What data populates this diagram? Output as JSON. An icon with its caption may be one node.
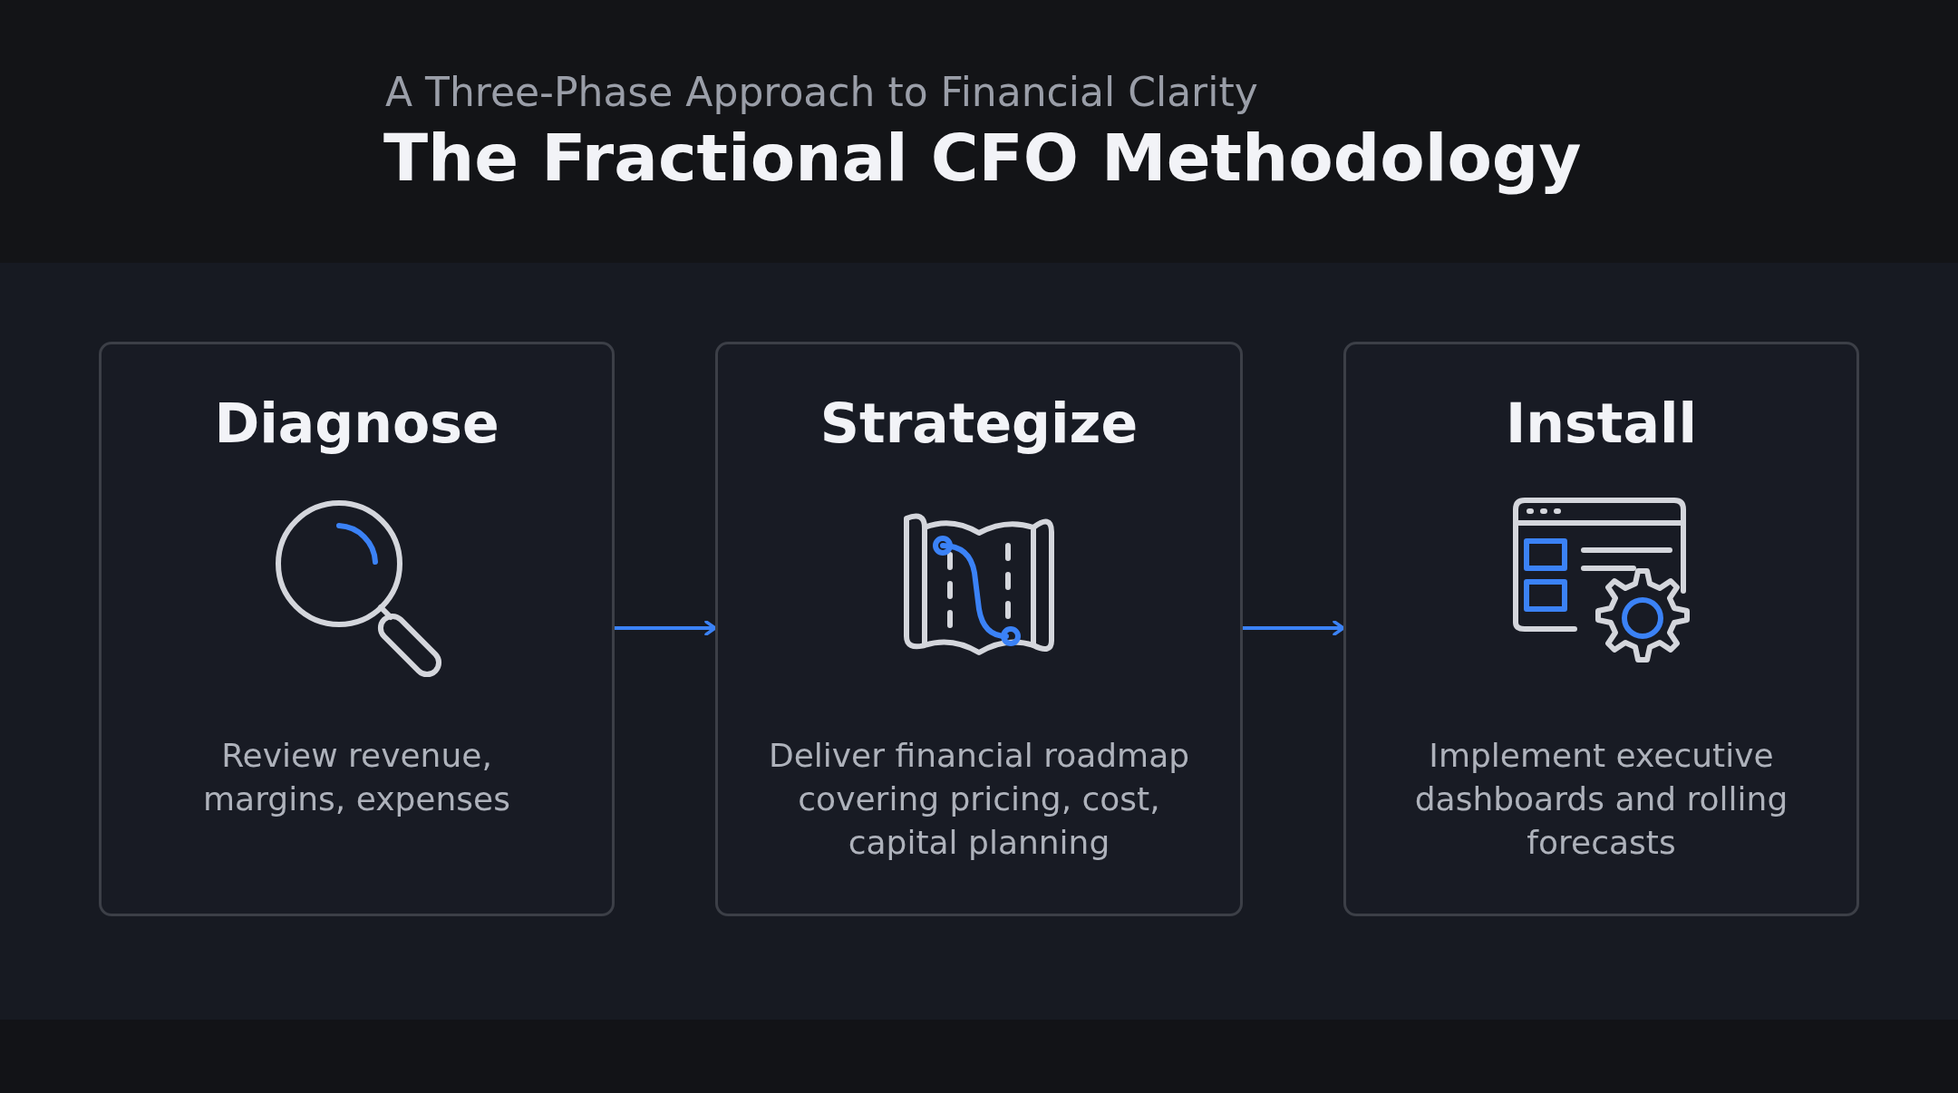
{
  "diagram": {
    "title": "The Fractional CFO Methodology",
    "nodes": [
      {
        "text": [
          "Diagnose",
          "Review revenue, margins, expenses"
        ]
      },
      {
        "text": [
          "Strategize",
          "Deliver financial roadmap covering pricing, cost, capital planning"
        ]
      },
      {
        "text": [
          "Install",
          "Implement executive dashboards and rolling forecasts"
        ]
      }
    ],
    "edges": [
      {
        "from": 0,
        "to": 1,
        "arrow": "to"
      },
      {
        "from": 1,
        "to": 2,
        "arrow": "to"
      }
    ],
    "labels": [
      "A Three-Phase Approach to Financial Clarity"
    ]
  }
}
